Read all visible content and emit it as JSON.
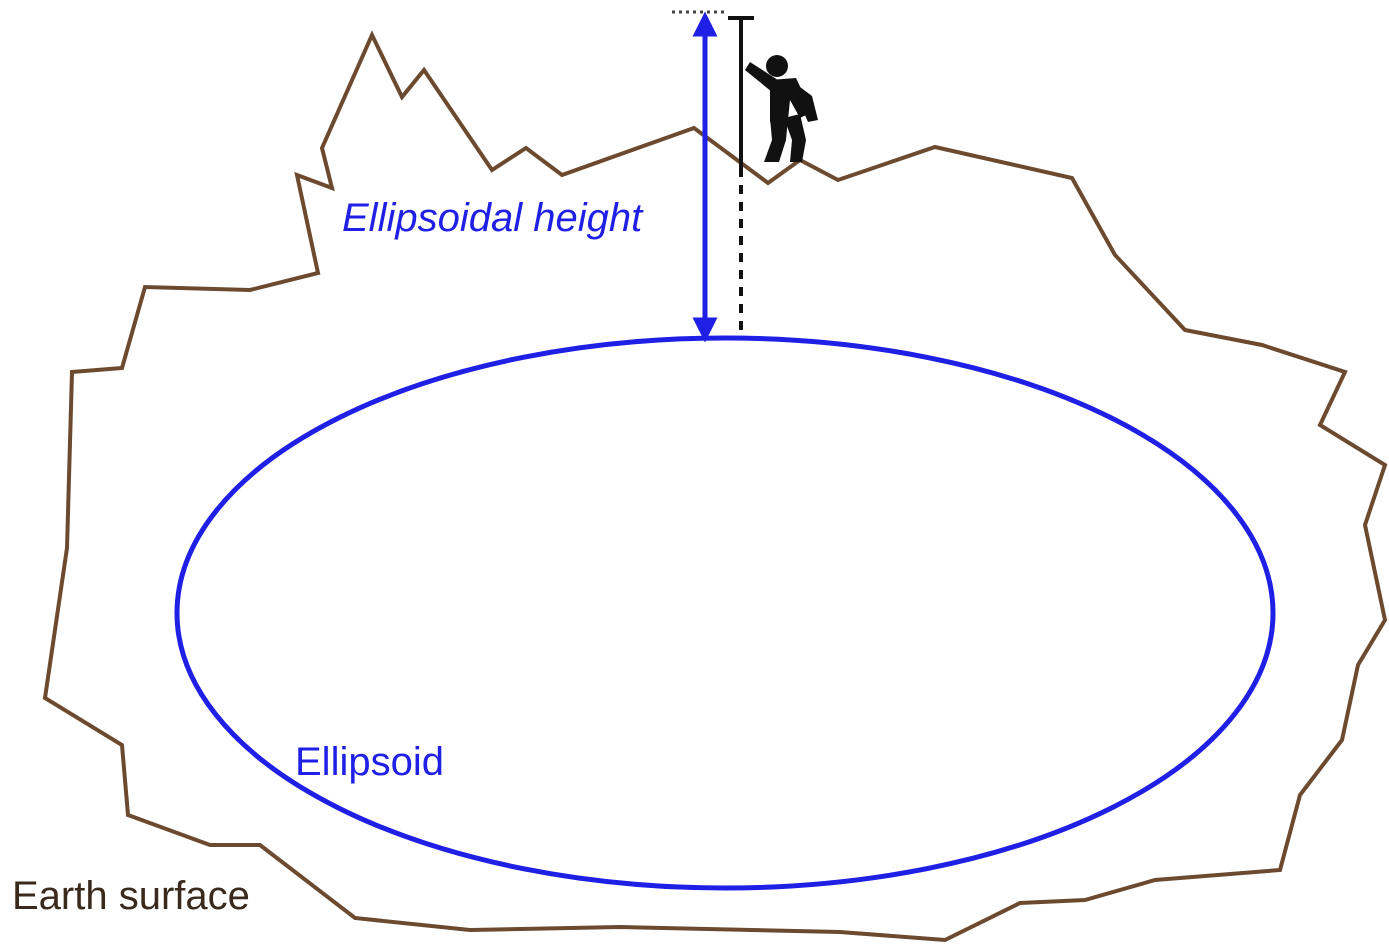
{
  "labels": {
    "ellipsoidal_height": "Ellipsoidal height",
    "ellipsoid": "Ellipsoid",
    "earth_surface": "Earth surface"
  },
  "colors": {
    "earth_surface": "#6b4a2f",
    "ellipsoid": "#1f1fe6",
    "height_arrow": "#1f1fe6",
    "surveyor": "#111111",
    "earth_label": "#3a2a1c",
    "background": "#ffffff"
  },
  "icons": {
    "surveyor": "surveyor-with-pole-icon"
  }
}
